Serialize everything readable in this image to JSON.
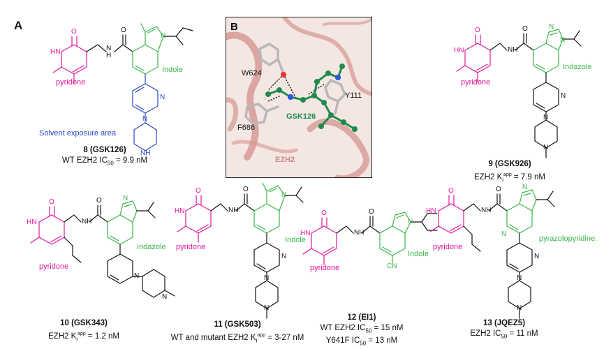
{
  "panels": {
    "a": "A",
    "b": "B"
  },
  "colors": {
    "pyridone": "#e2189b",
    "core": "#3ab54a",
    "solvent": "#2946c6",
    "protein": "#d49590",
    "ligand": "#1f8a4c"
  },
  "compounds": [
    {
      "name": "8 (GSK126)",
      "activity_line1": "WT EZH2 IC50 = 9.9 nM",
      "labels": {
        "pyridone": "pyridone",
        "core": "Indole",
        "solvent": "Solvent exposure area"
      }
    },
    {
      "name": "9 (GSK926)",
      "activity_line1": "EZH2 Ki app = 7.9 nM",
      "labels": {
        "pyridone": "pyridone",
        "core": "Indazole"
      }
    },
    {
      "name": "10 (GSK343)",
      "activity_line1": "EZH2 Ki app = 1.2 nM",
      "labels": {
        "pyridone": "pyridone",
        "core": "Indazole"
      }
    },
    {
      "name": "11 (GSK503)",
      "activity_line1": "WT and mutant EZH2 Ki app = 3-27 nM",
      "labels": {
        "pyridone": "pyridone",
        "core": "Indole"
      }
    },
    {
      "name": "12 (EI1)",
      "activity_line1": "WT EZH2 IC50 = 15 nM",
      "activity_line2": "Y641F IC50 = 13 nM",
      "labels": {
        "pyridone": "pyridone",
        "core": "Indole"
      }
    },
    {
      "name": "13 (JQEZ5)",
      "activity_line1": "EZH2 IC50 = 11 nM",
      "labels": {
        "pyridone": "pyridone",
        "core": "pyrazolopyridine."
      }
    }
  ],
  "inset": {
    "residues": [
      "W624",
      "Y111",
      "F686"
    ],
    "ligand": "GSK126",
    "protein": "EZH2"
  },
  "atoms": {
    "O": "O",
    "N": "N",
    "HN": "HN",
    "H": "H",
    "NH": "NH",
    "CN": "CN"
  },
  "text": {
    "c8_a": "WT EZH2 IC",
    "c8_s": "50",
    "c8_b": " = 9.9 nM",
    "c9_a": "EZH2 K",
    "c9_sub": "i",
    "c9_sup": "app",
    "c9_b": " = 7.9 nM",
    "c10_a": "EZH2 K",
    "c10_sub": "i",
    "c10_sup": "app",
    "c10_b": " = 1.2 nM",
    "c11_a": "WT and mutant EZH2 K",
    "c11_sub": "i",
    "c11_sup": "app",
    "c11_b": " = 3-27 nM",
    "c12_a": "WT EZH2 IC",
    "c12_s": "50",
    "c12_b": " = 15 nM",
    "c12_c": "Y641F IC",
    "c12_s2": "50",
    "c12_d": " = 13 nM",
    "c13_a": "EZH2 IC",
    "c13_s": "50",
    "c13_b": " = 11 nM"
  }
}
